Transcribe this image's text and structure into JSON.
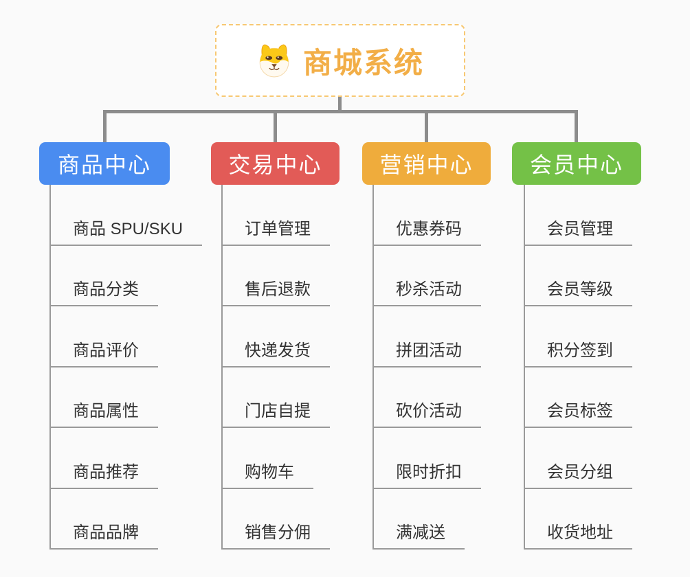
{
  "root": {
    "title": "商城系统",
    "icon": "dog-face-icon",
    "title_color": "#f2ae47",
    "border_color": "#f7c873"
  },
  "connector_color": "#8c8c8c",
  "branches": [
    {
      "label": "商品中心",
      "color": "#4a8cf0",
      "items": [
        "商品 SPU/SKU",
        "商品分类",
        "商品评价",
        "商品属性",
        "商品推荐",
        "商品品牌"
      ]
    },
    {
      "label": "交易中心",
      "color": "#e25b57",
      "items": [
        "订单管理",
        "售后退款",
        "快递发货",
        "门店自提",
        "购物车",
        "销售分佣"
      ]
    },
    {
      "label": "营销中心",
      "color": "#efac3c",
      "items": [
        "优惠券码",
        "秒杀活动",
        "拼团活动",
        "砍价活动",
        "限时折扣",
        "满减送"
      ]
    },
    {
      "label": "会员中心",
      "color": "#74c147",
      "items": [
        "会员管理",
        "会员等级",
        "积分签到",
        "会员标签",
        "会员分组",
        "收货地址"
      ]
    }
  ]
}
